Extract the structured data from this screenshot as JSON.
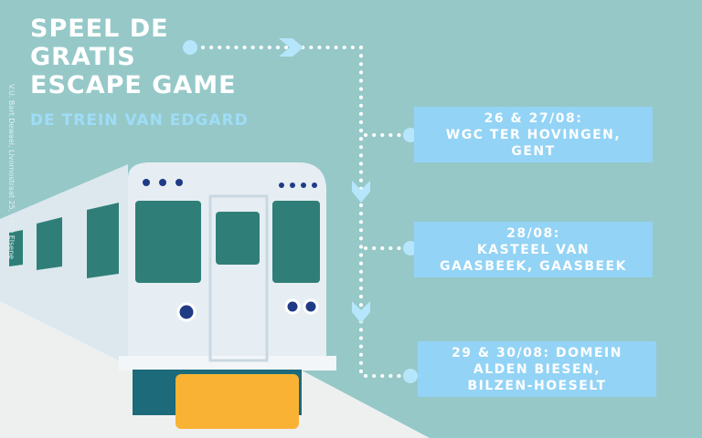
{
  "title": [
    "SPEEL DE",
    "GRATIS",
    "ESCAPE GAME"
  ],
  "subtitle": "DE TREIN VAN EDGARD",
  "publisher_note": "V.U. Bart Dewael, Livornostraat 25, 1050 Elsene",
  "locations": [
    {
      "lines": [
        "26 & 27/08:",
        "WGC TER HOVINGEN,",
        "GENT"
      ]
    },
    {
      "lines": [
        "28/08:",
        "KASTEEL VAN",
        "GAASBEEK, GAASBEEK"
      ]
    },
    {
      "lines": [
        "29 & 30/08: DOMEIN",
        "ALDEN BIESEN,",
        "BILZEN-HOESELT"
      ]
    }
  ],
  "colors": {
    "background": "#96c8c8",
    "box": "#93d3f5",
    "subtitle": "#9fdcf7"
  }
}
